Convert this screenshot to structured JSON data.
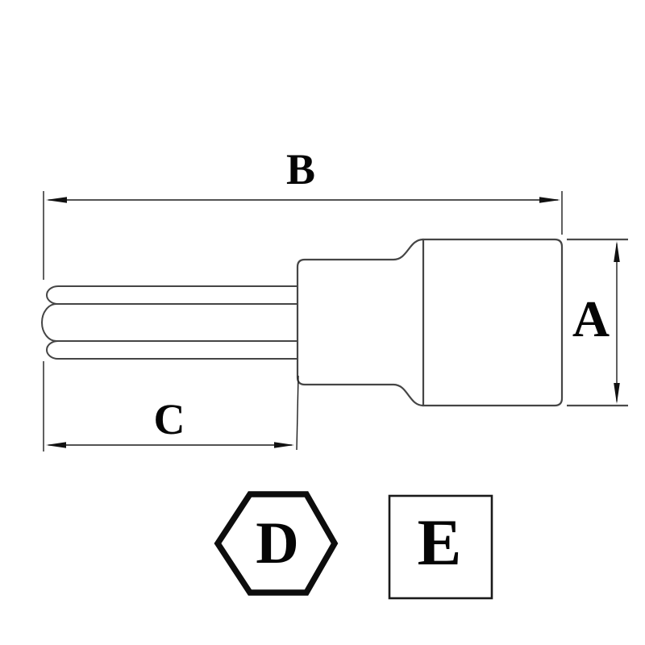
{
  "diagram": {
    "kind": "hex-bit-socket-dimension-drawing",
    "labels": {
      "overall_length": "B",
      "socket_diameter": "A",
      "bit_length": "C",
      "hex_drive": "D",
      "square_drive": "E"
    },
    "colors": {
      "background": "#ffffff",
      "part_outline": "#454545",
      "dimension_lines": "#1c1c1c",
      "label_text": "#050505",
      "hex_symbol_outline": "#0d0d0d",
      "square_symbol_outline": "#1a1a1a"
    }
  }
}
